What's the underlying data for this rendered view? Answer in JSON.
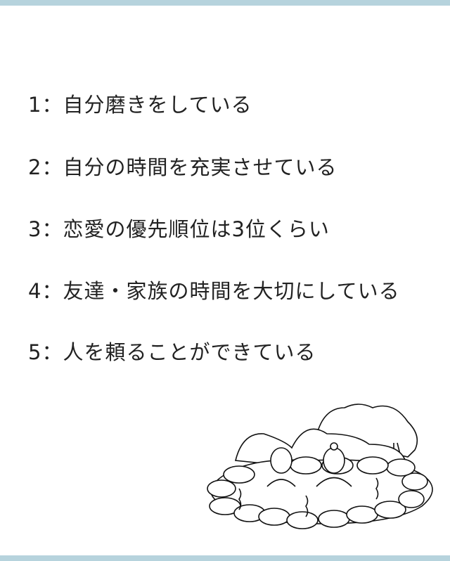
{
  "items": [
    {
      "label": "1：自分磨きをしている"
    },
    {
      "label": "2：自分の時間を充実させている"
    },
    {
      "label": "3：恋愛の優先順位は3位くらい"
    },
    {
      "label": "4：友達・家族の時間を大切にしている"
    },
    {
      "label": "5：人を頼ることができている"
    }
  ],
  "colors": {
    "accent_bar": "#b6d3dd",
    "text": "#222222"
  }
}
